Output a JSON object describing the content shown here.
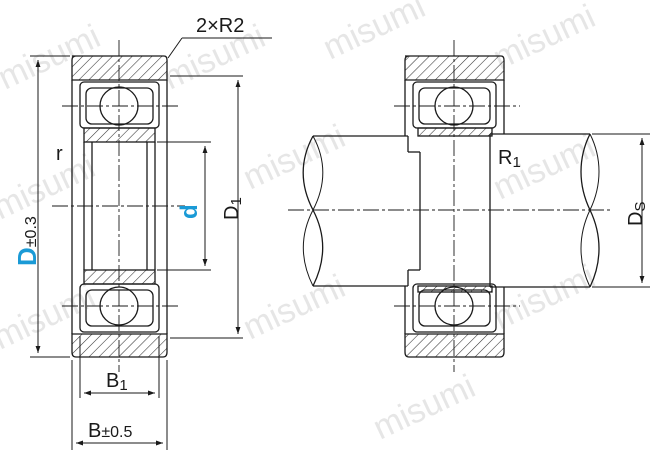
{
  "watermark": {
    "text": "misumi"
  },
  "left_view": {
    "chamfer_label": "2×R2",
    "r_label": "r",
    "D_letter": "D",
    "D_tol": "±0.3",
    "d_label": "d",
    "D1_label": "D",
    "D1_sub": "1",
    "B1_label": "B",
    "B1_sub": "1",
    "B_label": "B",
    "B_tol": "±0.5"
  },
  "right_view": {
    "R1_label": "R",
    "R1_sub": "1",
    "Ds_label": "D",
    "Ds_sub": "S"
  },
  "colors": {
    "accent": "#1a9ad6",
    "line": "#1a1a1a",
    "hatch": "#333333",
    "watermark": "#e6e6e6"
  }
}
